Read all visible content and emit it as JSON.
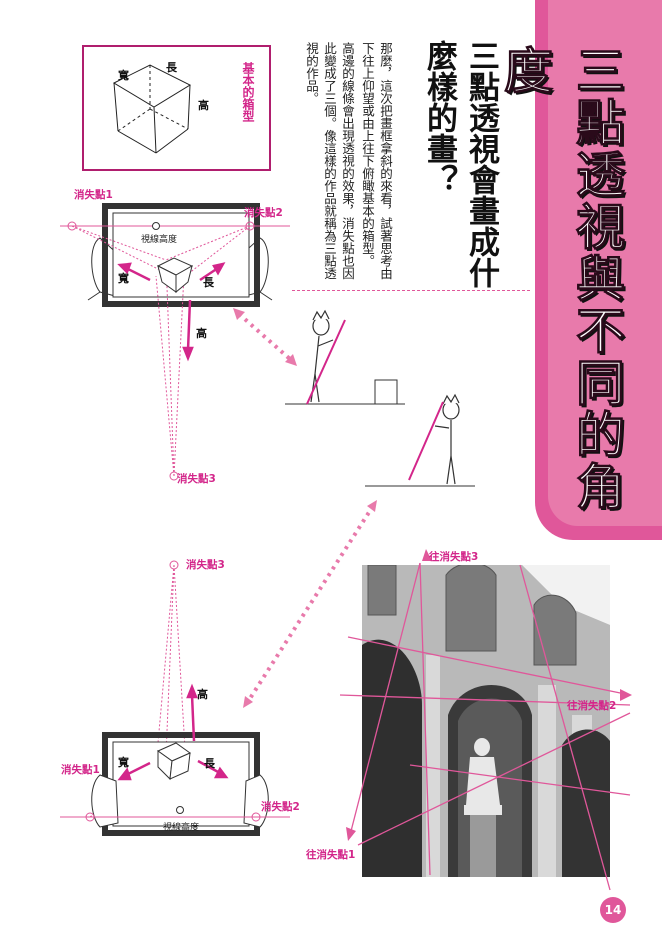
{
  "chapter": {
    "title": "三點透視與不同的角度"
  },
  "article": {
    "heading": "三點透視會畫成什麼樣的畫？",
    "paragraph1": "那麼，這次把畫框拿斜的來看，試著思考由下往上仰望或由上往下俯瞰基本的箱型。",
    "paragraph2": "高邊的線條會出現透視的效果，消失點也因此變成了三個。像這樣的作品就稱為三點透視的作品。"
  },
  "box_diagram": {
    "title": "基本的箱型",
    "width_label": "寬",
    "length_label": "長",
    "height_label": "高"
  },
  "upper_diagram": {
    "vp1": "消失點1",
    "vp2": "消失點2",
    "vp3": "消失點3",
    "eye_level": "視線高度",
    "width_label": "寬",
    "length_label": "長",
    "height_label": "高"
  },
  "lower_diagram": {
    "vp1": "消失點1",
    "vp2": "消失點2",
    "vp3": "消失點3",
    "eye_level": "視線高度",
    "width_label": "寬",
    "length_label": "長",
    "height_label": "高"
  },
  "photo": {
    "vp1": "往消失點1",
    "vp2": "往消失點2",
    "vp3": "往消失點3"
  },
  "page": {
    "number": "14"
  },
  "colors": {
    "accent": "#e0579a",
    "accent_light": "#e87aab",
    "label_pink": "#d3268a"
  }
}
